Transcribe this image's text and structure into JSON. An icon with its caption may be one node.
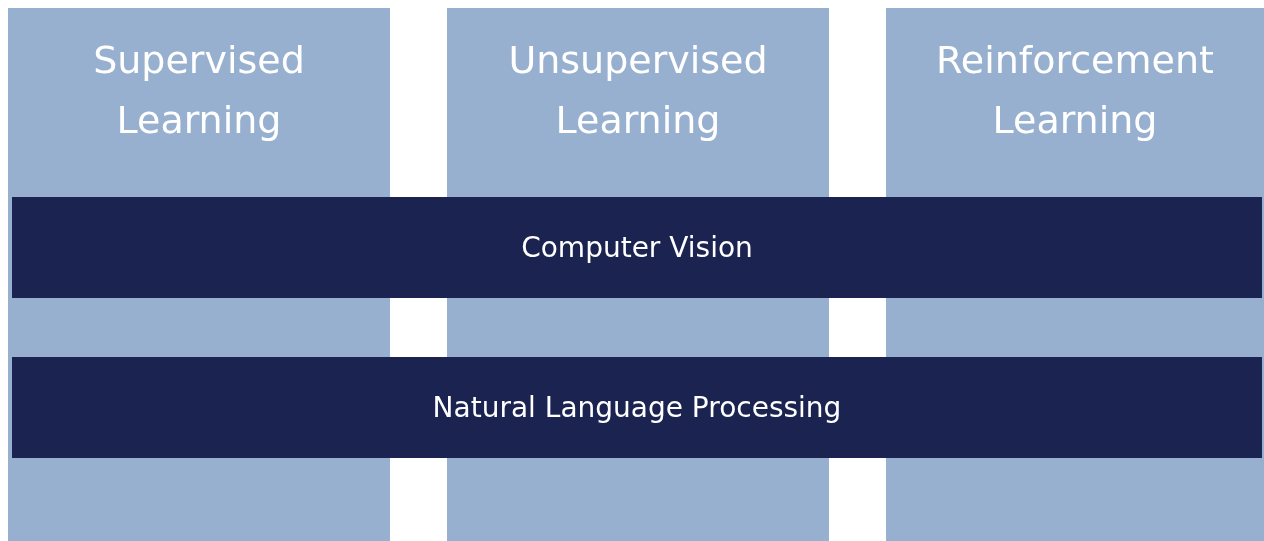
{
  "diagram": {
    "nodes": [
      {
        "text": [
          "Supervised Learning"
        ]
      },
      {
        "text": [
          "Unsupervised Learning"
        ]
      },
      {
        "text": [
          "Reinforcement Learning"
        ]
      },
      {
        "text": [
          "Computer Vision"
        ]
      },
      {
        "text": [
          "Natural Language Processing"
        ]
      }
    ]
  }
}
